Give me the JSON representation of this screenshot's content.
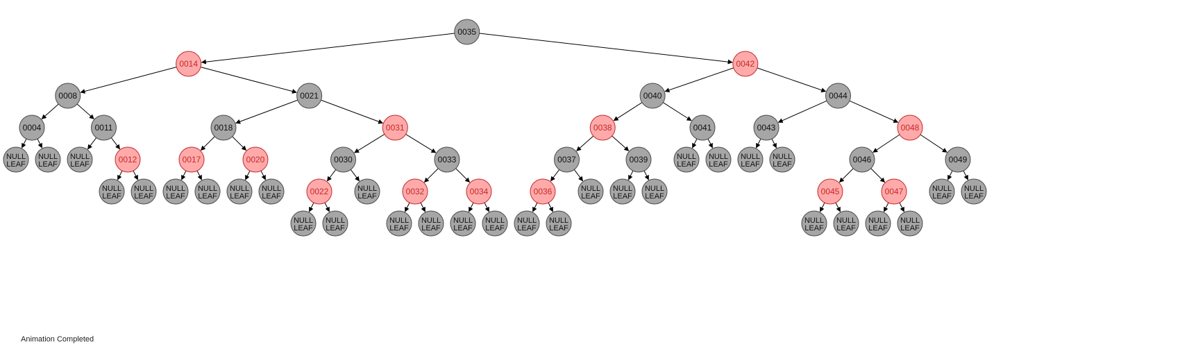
{
  "tree": {
    "colors": {
      "black_fill": "#a6a6a6",
      "black_stroke": "#4a4a4a",
      "red_fill": "#ffaaaa",
      "red_stroke": "#c62828",
      "red_text": "#c62828",
      "edge": "#000000"
    },
    "null_leaf_label": [
      "NULL",
      "LEAF"
    ],
    "root": {
      "key": "0035",
      "color": "black",
      "left": {
        "key": "0014",
        "color": "red",
        "left": {
          "key": "0008",
          "color": "black",
          "left": {
            "key": "0004",
            "color": "black",
            "left": null,
            "right": null
          },
          "right": {
            "key": "0011",
            "color": "black",
            "left": null,
            "right": {
              "key": "0012",
              "color": "red",
              "left": null,
              "right": null
            }
          }
        },
        "right": {
          "key": "0021",
          "color": "black",
          "left": {
            "key": "0018",
            "color": "black",
            "left": {
              "key": "0017",
              "color": "red",
              "left": null,
              "right": null
            },
            "right": {
              "key": "0020",
              "color": "red",
              "left": null,
              "right": null
            }
          },
          "right": {
            "key": "0031",
            "color": "red",
            "left": {
              "key": "0030",
              "color": "black",
              "left": {
                "key": "0022",
                "color": "red",
                "left": null,
                "right": null
              },
              "right": null
            },
            "right": {
              "key": "0033",
              "color": "black",
              "left": {
                "key": "0032",
                "color": "red",
                "left": null,
                "right": null
              },
              "right": {
                "key": "0034",
                "color": "red",
                "left": null,
                "right": null
              }
            }
          }
        }
      },
      "right": {
        "key": "0042",
        "color": "red",
        "left": {
          "key": "0040",
          "color": "black",
          "left": {
            "key": "0038",
            "color": "red",
            "left": {
              "key": "0037",
              "color": "black",
              "left": {
                "key": "0036",
                "color": "red",
                "left": null,
                "right": null
              },
              "right": null
            },
            "right": {
              "key": "0039",
              "color": "black",
              "left": null,
              "right": null
            }
          },
          "right": {
            "key": "0041",
            "color": "black",
            "left": null,
            "right": null
          }
        },
        "right": {
          "key": "0044",
          "color": "black",
          "left": {
            "key": "0043",
            "color": "black",
            "left": null,
            "right": null
          },
          "right": {
            "key": "0048",
            "color": "red",
            "left": {
              "key": "0046",
              "color": "black",
              "left": {
                "key": "0045",
                "color": "red",
                "left": null,
                "right": null
              },
              "right": {
                "key": "0047",
                "color": "red",
                "left": null,
                "right": null
              }
            },
            "right": {
              "key": "0049",
              "color": "black",
              "left": null,
              "right": null
            }
          }
        }
      }
    }
  },
  "status": {
    "message": "Animation Completed"
  }
}
